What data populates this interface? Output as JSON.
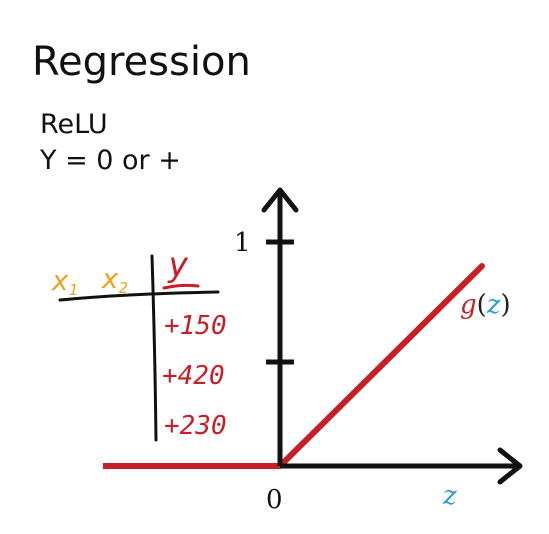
{
  "title": "Regression",
  "subtitle": {
    "line1": "ReLU",
    "line2": "Y = 0 or +"
  },
  "axes": {
    "y_tick_label": "1",
    "origin_label": "0",
    "x_axis_label": "z"
  },
  "function_label": {
    "name": "g",
    "open_paren": "(",
    "variable": "z",
    "close_paren": ")"
  },
  "table": {
    "feature_headers": [
      "x",
      "x"
    ],
    "feature_subscripts": [
      "1",
      "2"
    ],
    "target_header": "y",
    "values": [
      "+150",
      "+420",
      "+230"
    ]
  },
  "colors": {
    "axis": "#111111",
    "relu_line": "#c81e28",
    "feature_ink": "#f0a020",
    "target_ink": "#c81e28",
    "variable_ink": "#2a9fd8"
  }
}
